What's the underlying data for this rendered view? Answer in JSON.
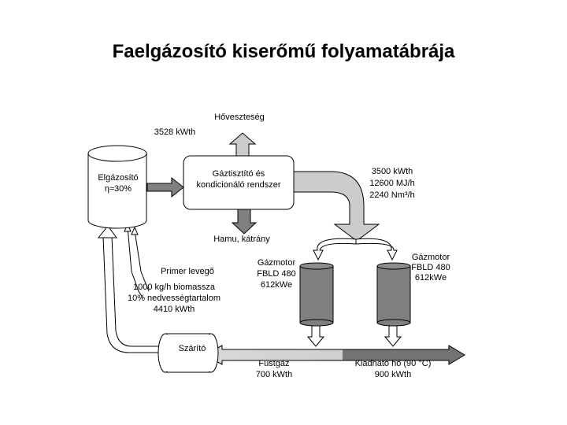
{
  "title": "Faelgázosító kiserőmű folyamatábrája",
  "labels": {
    "heat_loss": "Hőveszteség",
    "heat_loss_value": "3528 kWth",
    "gasifier_name": "Elgázosító",
    "gasifier_eff": "η≈30%",
    "cleaner_line1": "Gáztisztító és",
    "cleaner_line2": "kondicionáló rendszer",
    "gas_line1": "3500 kWth",
    "gas_line2": "12600 MJ/h",
    "gas_line3": "2240 Nm³/h",
    "ash": "Hamu, kátrány",
    "primary_air": "Primer levegő",
    "biomass_line1": "1000 kg/h biomassza",
    "biomass_line2": "10% nedvességtartalom",
    "biomass_line3": "4410 kWth",
    "engine1_line1": "Gázmotor",
    "engine1_line2": "FBLD 480",
    "engine1_line3": "612kWe",
    "engine2_line1": "Gázmotor",
    "engine2_line2": "FBLD 480",
    "engine2_line3": "612kWe",
    "dryer": "Szárító",
    "flue_line1": "Füstgáz",
    "flue_line2": "700 kWth",
    "heat_out_line1": "Kiadható hő (90 °C)",
    "heat_out_line2": "900 kWth"
  },
  "colors": {
    "arrow_light": "#cccccc",
    "arrow_dark": "#808080",
    "engine_fill": "#7f7f7f",
    "outline": "#000000"
  }
}
